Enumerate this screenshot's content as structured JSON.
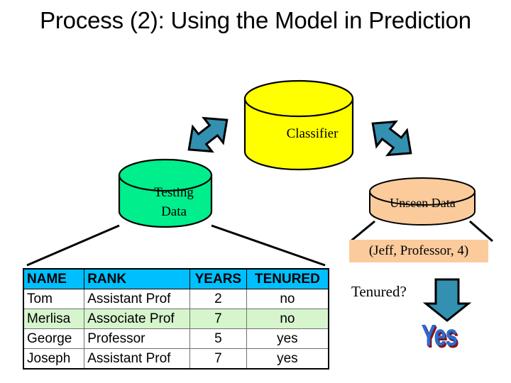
{
  "slide": {
    "title": "Process (2): Using the Model in Prediction",
    "background": "#FFFFFF"
  },
  "nodes": {
    "classifier": {
      "label": "Classifier",
      "shape": "cylinder",
      "color": "#FFFF00",
      "outline": "#000000"
    },
    "testing_data": {
      "label_line1": "Testing",
      "label_line2": "Data",
      "shape": "cylinder",
      "color": "#00EE8B",
      "outline": "#000000"
    },
    "unseen_data": {
      "label": "Unseen Data",
      "shape": "cylinder",
      "color": "#FBCB9C",
      "outline": "#000000"
    }
  },
  "tuple_box": {
    "text": "(Jeff, Professor, 4)",
    "color": "#FBCB9C"
  },
  "prediction": {
    "question": "Tenured?",
    "answer": "Yes",
    "answer_color": "#2A6CD4",
    "answer_shadow_color": "#8C1212",
    "arrow_color": "#3390B0"
  },
  "connectors": {
    "arrow_color": "#3390B0",
    "arrow_outline": "#000000",
    "line_color": "#000000"
  },
  "table": {
    "header_background": "#00BFFF",
    "highlight_row_background": "#D6F5CD",
    "columns": [
      "NAME",
      "RANK",
      "YEARS",
      "TENURED"
    ],
    "rows": [
      {
        "name": "Tom",
        "rank": "Assistant Prof",
        "years": "2",
        "tenured": "no",
        "highlight": false
      },
      {
        "name": "Merlisa",
        "rank": "Associate Prof",
        "years": "7",
        "tenured": "no",
        "highlight": true
      },
      {
        "name": "George",
        "rank": "Professor",
        "years": "5",
        "tenured": "yes",
        "highlight": false
      },
      {
        "name": "Joseph",
        "rank": "Assistant Prof",
        "years": "7",
        "tenured": "yes",
        "highlight": false
      }
    ]
  }
}
